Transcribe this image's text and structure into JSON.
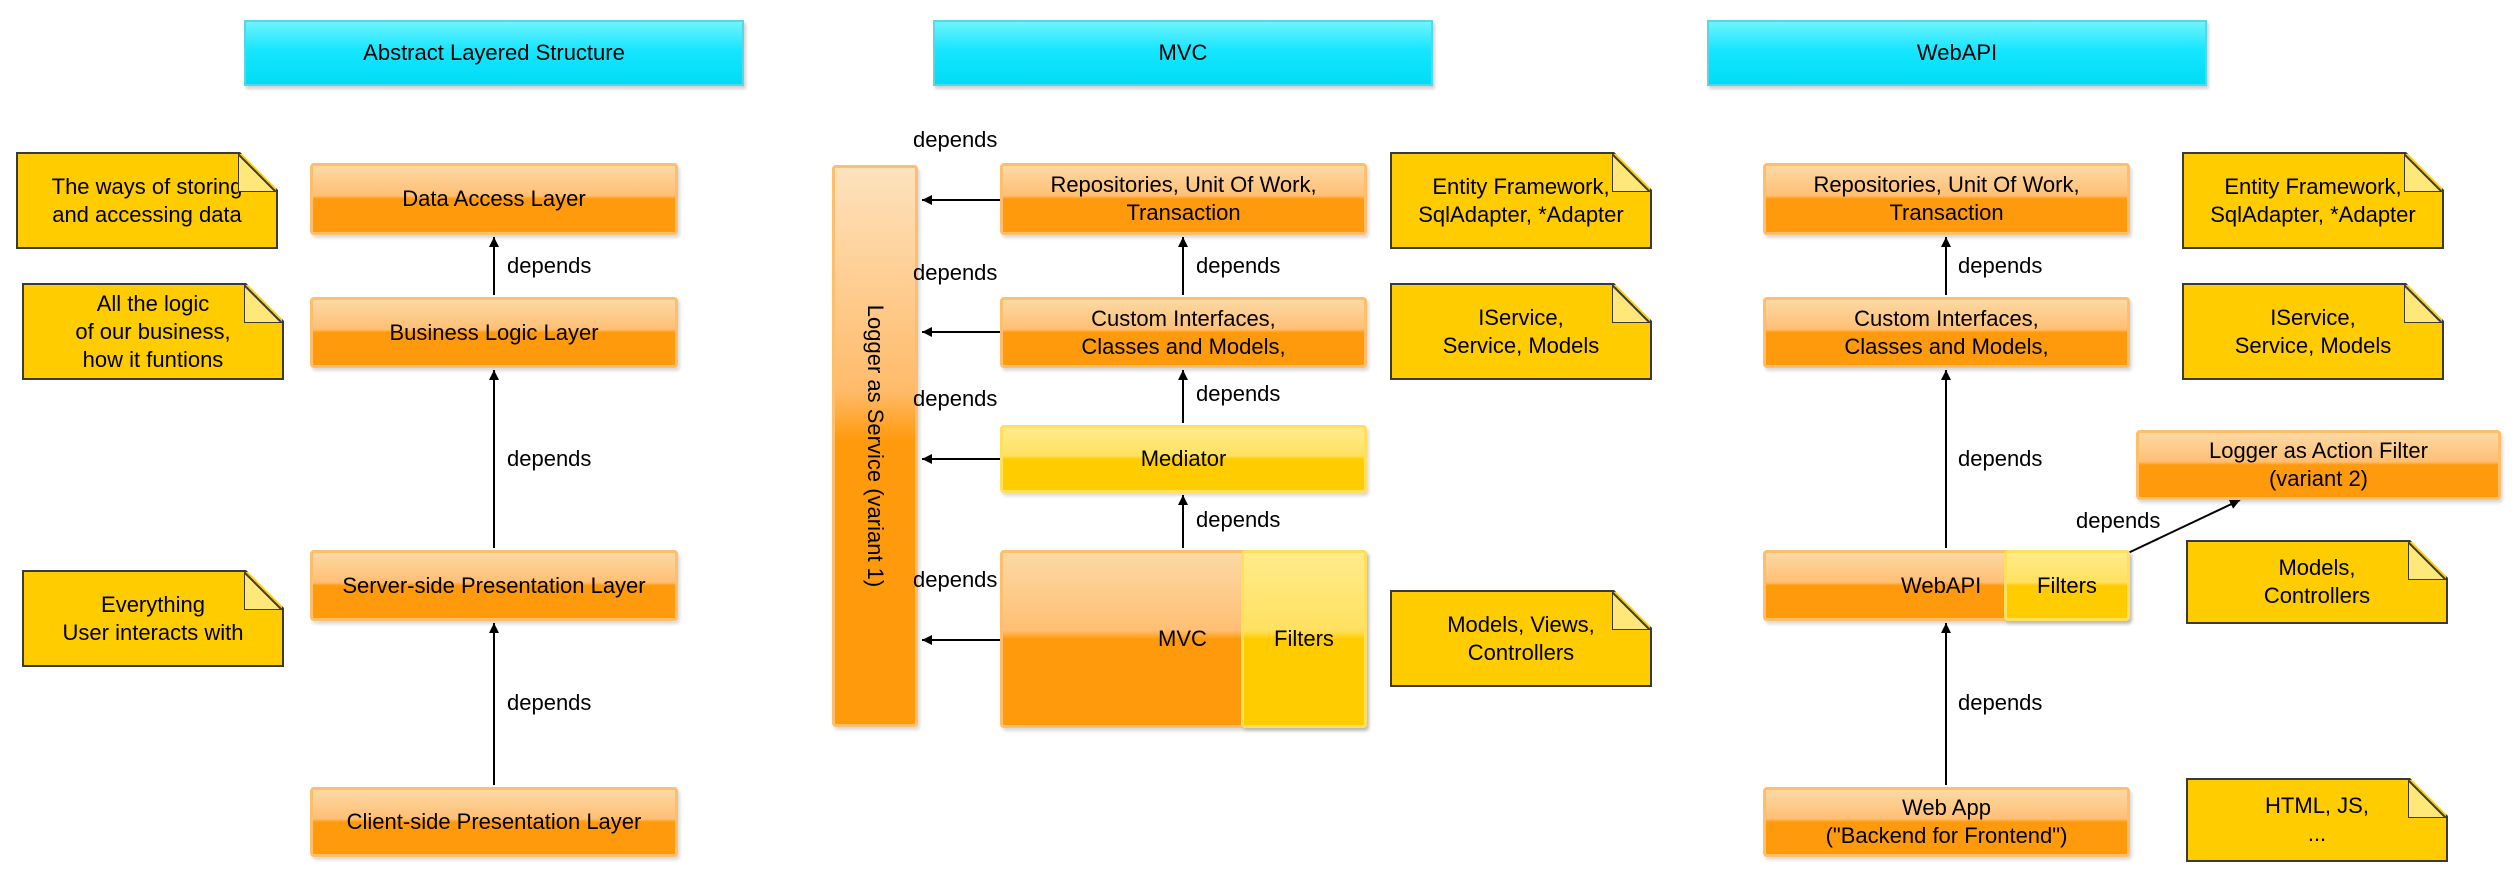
{
  "headers": {
    "abstract": "Abstract Layered Structure",
    "mvc": "MVC",
    "webapi": "WebAPI"
  },
  "abstract": {
    "dal": "Data Access Layer",
    "bll": "Business Logic Layer",
    "ssp": "Server-side Presentation Layer",
    "csp": "Client-side Presentation Layer",
    "note_storage": "The ways of storing\nand accessing data",
    "note_logic": "All the logic\nof our business,\nhow it funtions",
    "note_user": "Everything\nUser interacts with",
    "dep1": "depends",
    "dep2": "depends",
    "dep3": "depends"
  },
  "mvc": {
    "logger": "Logger as Service (variant 1)",
    "repos": "Repositories, Unit Of Work,\nTransaction",
    "custom": "Custom Interfaces,\nClasses and Models,",
    "mediator": "Mediator",
    "mvc_box": "MVC",
    "filters": "Filters",
    "note_ef": "Entity Framework,\nSqlAdapter, *Adapter",
    "note_iservice": "IService,\nService, Models",
    "note_views": "Models, Views,\nControllers",
    "dep_log1": "depends",
    "dep_log2": "depends",
    "dep_log3": "depends",
    "dep_log4": "depends",
    "dep_v1": "depends",
    "dep_v2": "depends",
    "dep_v3": "depends"
  },
  "webapi": {
    "repos": "Repositories, Unit Of Work,\nTransaction",
    "custom": "Custom Interfaces,\nClasses and Models,",
    "webapi_box": "WebAPI",
    "filters": "Filters",
    "logger_filter": "Logger as Action Filter\n(variant 2)",
    "webapp": "Web App\n(\"Backend for Frontend\")",
    "note_ef": "Entity Framework,\nSqlAdapter, *Adapter",
    "note_iservice": "IService,\nService, Models",
    "note_models": "Models,\nControllers",
    "note_html": "HTML, JS,\n...",
    "dep1": "depends",
    "dep2": "depends",
    "dep3": "depends",
    "dep_filter": "depends"
  }
}
